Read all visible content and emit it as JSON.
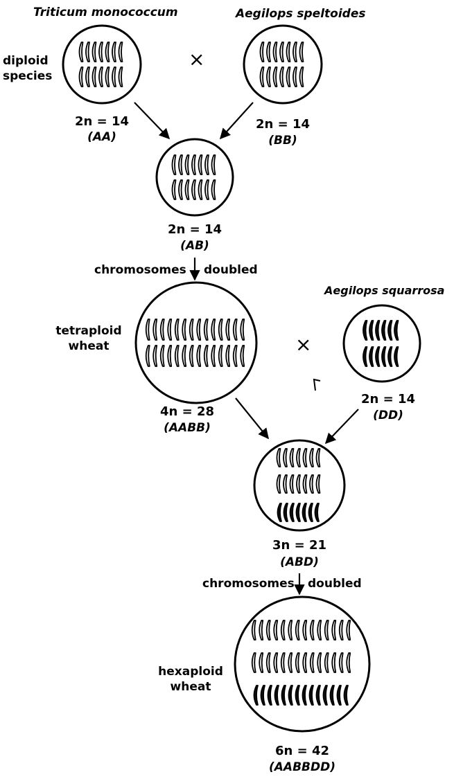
{
  "species": {
    "triticum": "Triticum monococcum",
    "aegilops_speltoides": "Aegilops speltoides",
    "aegilops_squarrosa": "Aegilops squarrosa"
  },
  "side_labels": {
    "diploid": [
      "diploid",
      "species"
    ],
    "tetraploid": [
      "tetraploid",
      "wheat"
    ],
    "hexaploid": [
      "hexaploid",
      "wheat"
    ]
  },
  "cross_symbol": "×",
  "doubling": {
    "left": "chromosomes",
    "right": "doubled"
  },
  "cells": {
    "triticum": {
      "formula": "2n = 14",
      "genome": "(AA)"
    },
    "speltoides": {
      "formula": "2n = 14",
      "genome": "(BB)"
    },
    "hybrid_ab": {
      "formula": "2n = 14",
      "genome": "(AB)"
    },
    "tetraploid": {
      "formula": "4n = 28",
      "genome": "(AABB)"
    },
    "squarrosa": {
      "formula": "2n = 14",
      "genome": "(DD)"
    },
    "triploid": {
      "formula": "3n = 21",
      "genome": "(ABD)"
    },
    "hexaploid": {
      "formula": "6n = 42",
      "genome": "(AABBDD)"
    }
  },
  "colors": {
    "ink": "#000000",
    "light_chromosome": "#ffffff",
    "dark_chromosome": "#111111"
  }
}
